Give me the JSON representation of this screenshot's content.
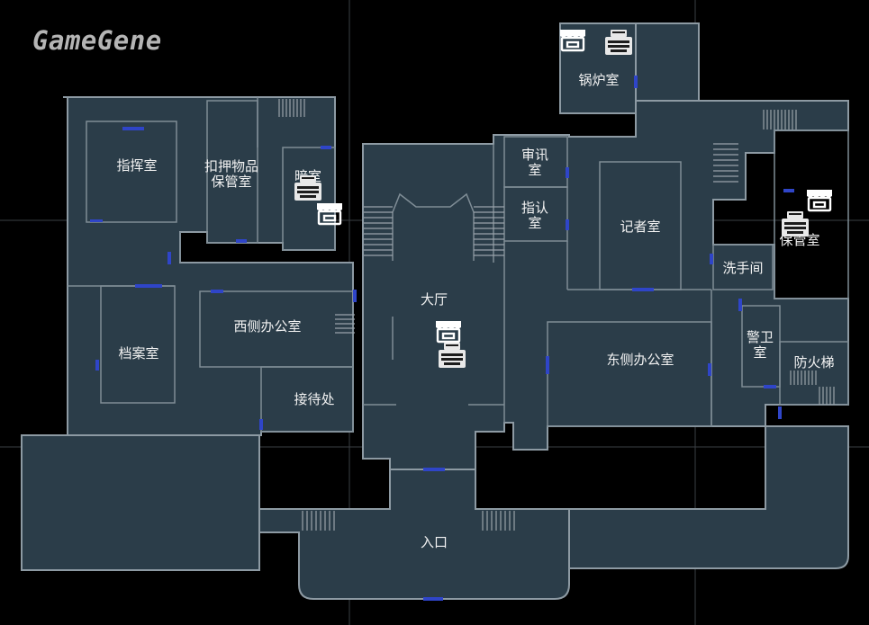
{
  "brand": {
    "watermark": "GameGene"
  },
  "map": {
    "rooms": {
      "boiler": "锅炉室",
      "command": "指挥室",
      "evidence_line1": "扣押物品",
      "evidence_line2": "保管室",
      "darkroom": "暗室",
      "interrogation_line1": "审讯",
      "interrogation_line2": "室",
      "identification_line1": "指认",
      "identification_line2": "室",
      "press": "记者室",
      "safe": "保管室",
      "washroom": "洗手间",
      "hall": "大厅",
      "archive": "档案室",
      "west_office": "西侧办公室",
      "reception": "接待处",
      "east_office": "东侧办公室",
      "guard_line1": "警卫",
      "guard_line2": "室",
      "fire_escape": "防火梯",
      "entrance": "入口"
    },
    "icons": [
      "shop-icon",
      "typewriter-icon"
    ]
  }
}
